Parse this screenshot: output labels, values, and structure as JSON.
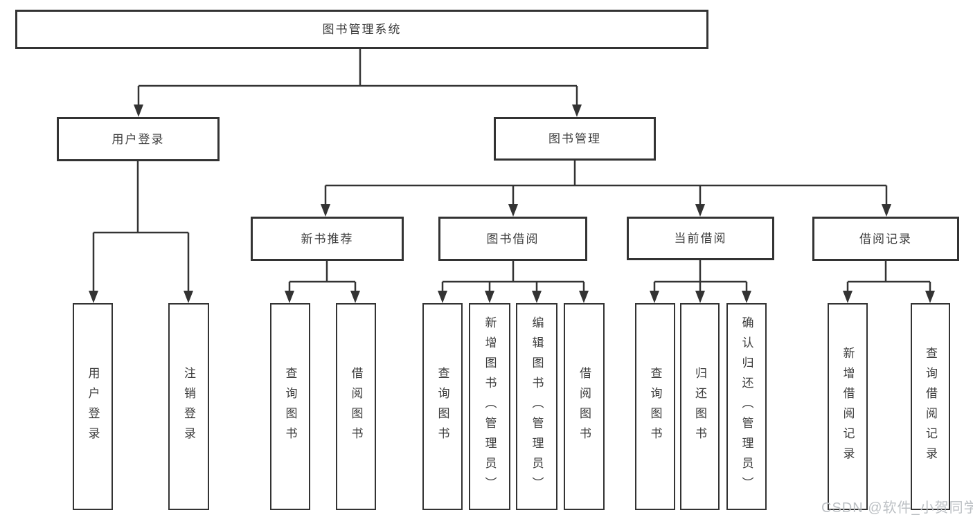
{
  "title": "图书管理系统",
  "watermark": "CSDN @软件_小贺同学",
  "colors": {
    "line": "#333333",
    "box_border": "#333333",
    "text": "#3c3c3c",
    "watermark": "#bcc0c4",
    "background": "#ffffff"
  },
  "tree": {
    "label": "图书管理系统",
    "children": [
      {
        "label": "用户登录",
        "children": [
          {
            "label": "用户登录"
          },
          {
            "label": "注销登录"
          }
        ]
      },
      {
        "label": "图书管理",
        "children": [
          {
            "label": "新书推荐",
            "children": [
              {
                "label": "查询图书"
              },
              {
                "label": "借阅图书"
              }
            ]
          },
          {
            "label": "图书借阅",
            "children": [
              {
                "label": "查询图书"
              },
              {
                "label": "新增图书（管理员）"
              },
              {
                "label": "编辑图书（管理员）"
              },
              {
                "label": "借阅图书"
              }
            ]
          },
          {
            "label": "当前借阅",
            "children": [
              {
                "label": "查询图书"
              },
              {
                "label": "归还图书"
              },
              {
                "label": "确认归还（管理员）"
              }
            ]
          },
          {
            "label": "借阅记录",
            "children": [
              {
                "label": "新增借阅记录"
              },
              {
                "label": "查询借阅记录"
              }
            ]
          }
        ]
      }
    ]
  }
}
